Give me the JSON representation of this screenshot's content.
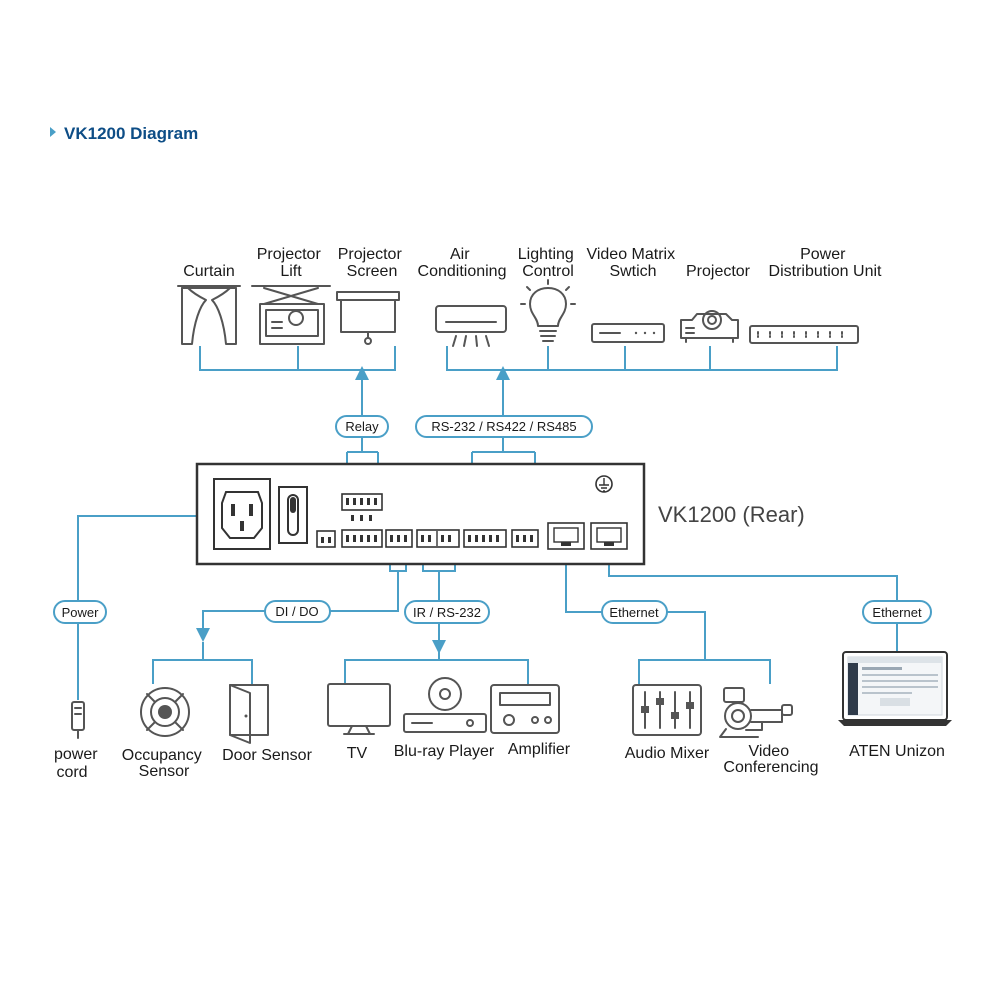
{
  "title": "VK1200 Diagram",
  "colors": {
    "title": "#0d4d86",
    "wire": "#4a9fc7",
    "icon": "#555555",
    "device_border": "#333333"
  },
  "device": {
    "label": "VK1200 (Rear)"
  },
  "connections": {
    "relay": "Relay",
    "serial": "RS-232 / RS422 / RS485",
    "power": "Power",
    "dido": "DI / DO",
    "ir": "IR / RS-232",
    "ethernet_1": "Ethernet",
    "ethernet_2": "Ethernet"
  },
  "devices_top": [
    {
      "id": "curtain",
      "lines": [
        "Curtain"
      ],
      "icon": "curtain-icon"
    },
    {
      "id": "projector-lift",
      "lines": [
        "Projector",
        "Lift"
      ],
      "icon": "projector-lift-icon"
    },
    {
      "id": "projector-screen",
      "lines": [
        "Projector",
        "Screen"
      ],
      "icon": "projector-screen-icon"
    },
    {
      "id": "air-conditioning",
      "lines": [
        "Air",
        "Conditioning"
      ],
      "icon": "air-conditioner-icon"
    },
    {
      "id": "lighting-control",
      "lines": [
        "Lighting",
        "Control"
      ],
      "icon": "light-bulb-icon"
    },
    {
      "id": "video-matrix",
      "lines": [
        "Video Matrix",
        "Swtich"
      ],
      "icon": "video-matrix-icon"
    },
    {
      "id": "projector",
      "lines": [
        "Projector"
      ],
      "icon": "projector-icon"
    },
    {
      "id": "pdu",
      "lines": [
        "Power",
        "Distribution Unit"
      ],
      "icon": "power-strip-icon"
    }
  ],
  "devices_bottom": [
    {
      "id": "power-cord",
      "lines": [
        "power",
        "cord"
      ],
      "icon": "power-plug-icon"
    },
    {
      "id": "occupancy-sensor",
      "lines": [
        "Occupancy",
        "Sensor"
      ],
      "icon": "occupancy-sensor-icon"
    },
    {
      "id": "door-sensor",
      "lines": [
        "Door Sensor"
      ],
      "icon": "door-icon"
    },
    {
      "id": "tv",
      "lines": [
        "TV"
      ],
      "icon": "tv-icon"
    },
    {
      "id": "blu-ray-player",
      "lines": [
        "Blu-ray Player"
      ],
      "icon": "blu-ray-icon"
    },
    {
      "id": "amplifier",
      "lines": [
        "Amplifier"
      ],
      "icon": "amplifier-icon"
    },
    {
      "id": "audio-mixer",
      "lines": [
        "Audio Mixer"
      ],
      "icon": "audio-mixer-icon"
    },
    {
      "id": "video-conferencing",
      "lines": [
        "Video",
        "Conferencing"
      ],
      "icon": "camera-icon"
    },
    {
      "id": "aten-unizon",
      "lines": [
        "ATEN Unizon"
      ],
      "icon": "monitor-icon"
    }
  ]
}
